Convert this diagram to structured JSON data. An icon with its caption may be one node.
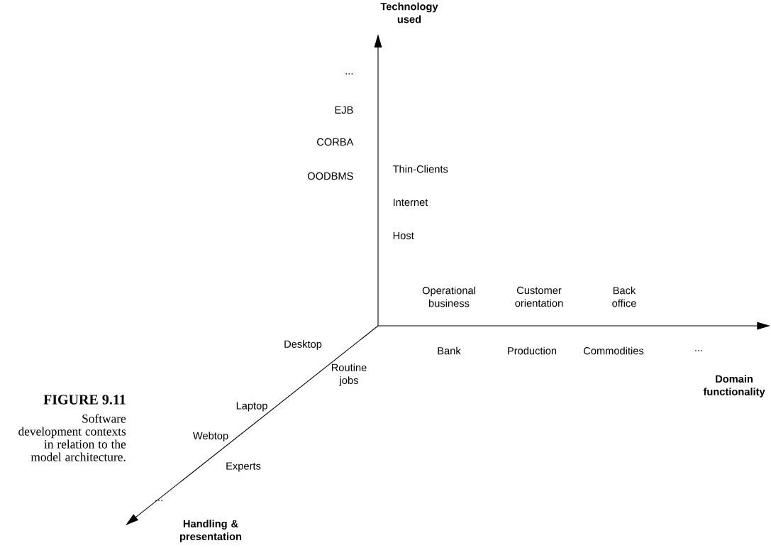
{
  "diagram": {
    "title": "FIGURE 9.11",
    "caption": "Software development contexts in relation to the model architecture.",
    "labels": [
      "Technology used",
      "...",
      "EJB",
      "CORBA",
      "Thin-Clients",
      "OODBMS",
      "Internet",
      "Host",
      "Operational business",
      "Customer orientation",
      "Back office",
      "Desktop",
      "Bank",
      "Production",
      "Commodities",
      "...",
      "Routine jobs",
      "Laptop",
      "Domain functionality",
      "Webtop",
      "Experts",
      "...",
      "Handling & presentation"
    ]
  }
}
